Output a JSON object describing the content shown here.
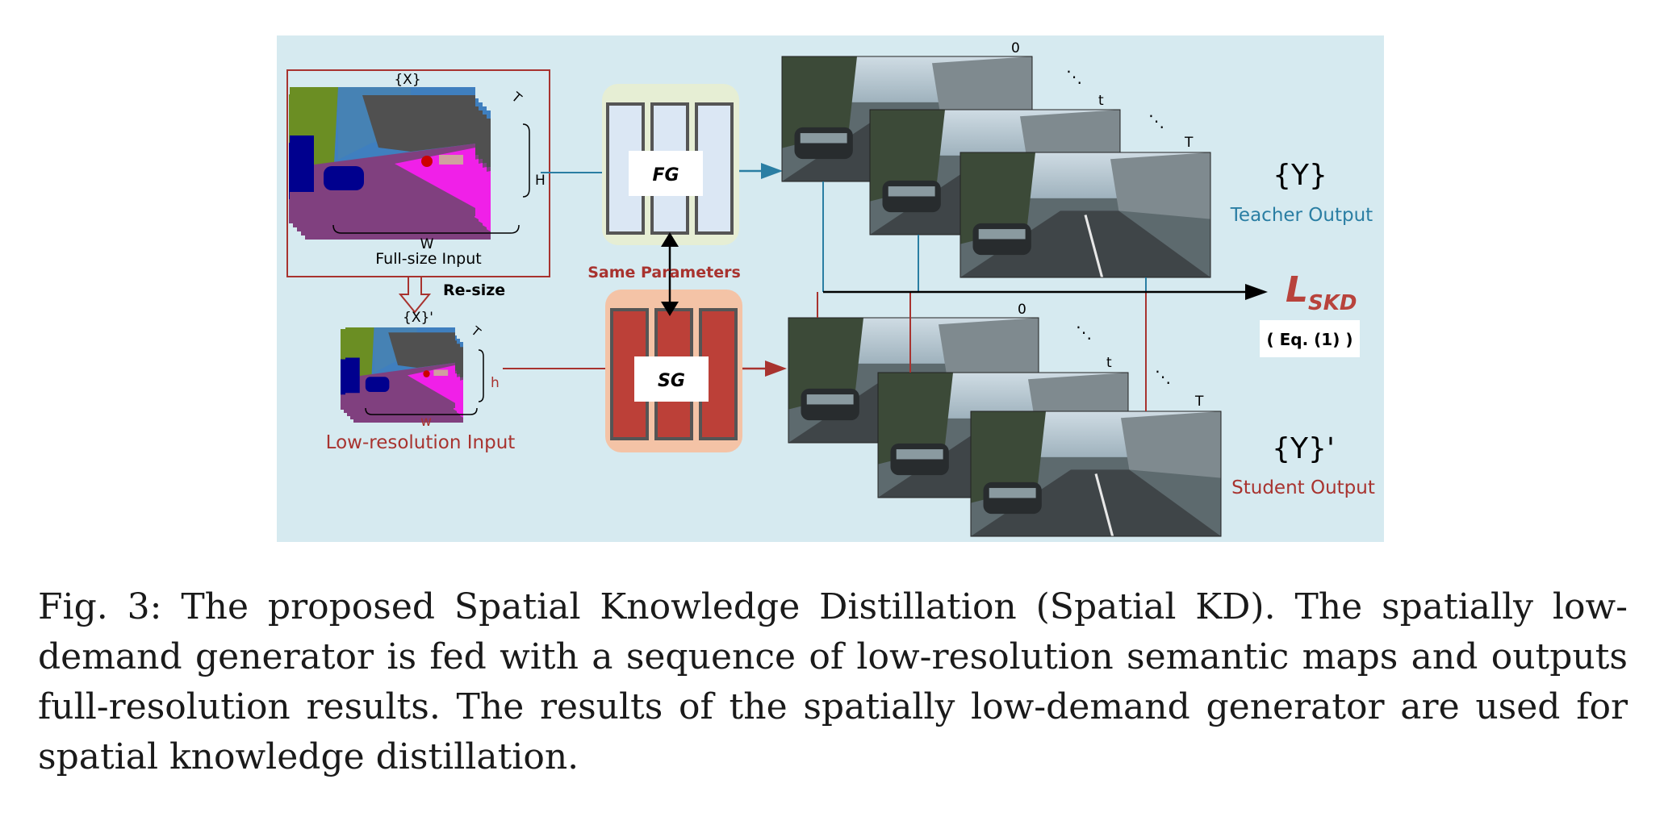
{
  "figure": {
    "colors": {
      "background": "#d6eaf0",
      "teacher": "#2a7ea3",
      "student": "#a8332f",
      "fg_halo": "#e6eed4",
      "sg_halo": "#f4c3a6",
      "fg_bar": "#dbe7f4",
      "sg_bar": "#bc4038"
    },
    "input": {
      "full": {
        "label": "Full-size Input",
        "set": "{X}",
        "dim_t": "T",
        "dim_h": "H",
        "dim_w": "W"
      },
      "resize": "Re-size",
      "low": {
        "label": "Low-resolution Input",
        "set": "{X}'",
        "dim_t": "T",
        "dim_h": "h",
        "dim_w": "w"
      }
    },
    "generators": {
      "fg": "FG",
      "sg": "SG",
      "shared": "Same  Parameters"
    },
    "outputs": {
      "teacher": {
        "set": "{Y}",
        "label": "Teacher Output",
        "frames": [
          "0",
          "t",
          "T"
        ]
      },
      "student": {
        "set": "{Y}'",
        "label": "Student Output",
        "frames": [
          "0",
          "t",
          "T"
        ]
      },
      "ellipsis": "⋱"
    },
    "loss": {
      "symbol": "L",
      "subscript": "SKD",
      "equation": "( Eq. (1) )"
    }
  },
  "caption": "Fig. 3: The proposed Spatial Knowledge Distillation (Spatial KD). The spatially low-demand generator is fed with a sequence of low-resolution semantic maps and outputs full-resolution results. The results of the spatially low-demand generator are used for spatial knowledge distillation."
}
